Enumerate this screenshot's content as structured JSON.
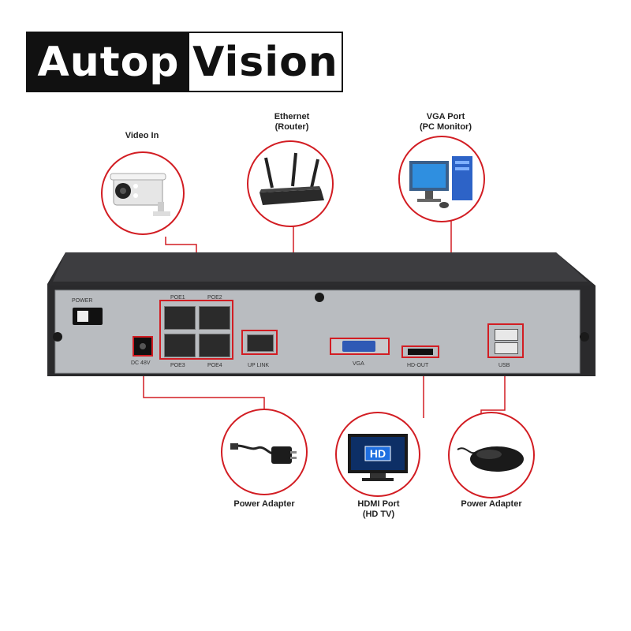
{
  "logo": {
    "part1": "Autop",
    "part2": "Vision"
  },
  "captions": {
    "video_in": "Video In",
    "ethernet_line1": "Ethernet",
    "ethernet_line2": "(Router)",
    "vga_line1": "VGA Port",
    "vga_line2": "(PC Monitor)",
    "power_adapter": "Power Adapter",
    "hdmi_line1": "HDMI Port",
    "hdmi_line2": "(HD TV)",
    "usb_caption": "Power Adapter"
  },
  "panel_labels": {
    "power": "POWER",
    "dc": "DC 48V",
    "poe1": "POE1",
    "poe2": "POE2",
    "poe3": "POE3",
    "poe4": "POE4",
    "uplink": "UP LINK",
    "vga": "VGA",
    "hdout": "HD-OUT",
    "usb": "USB"
  },
  "tv_badge": "HD",
  "colors": {
    "accent": "#d21d23",
    "device": "#2c2c2e",
    "panel": "#b9bcc0"
  }
}
